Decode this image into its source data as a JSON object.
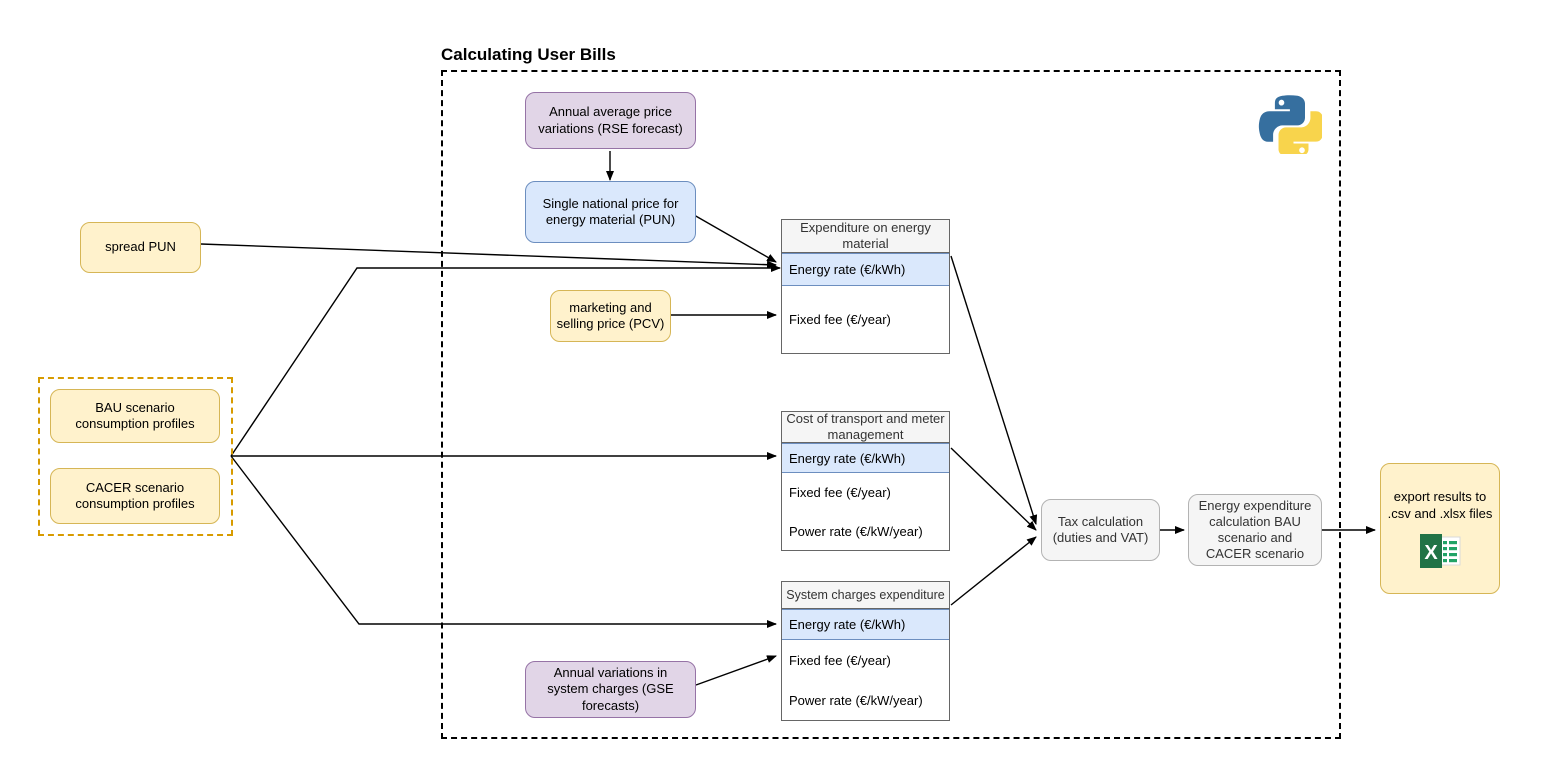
{
  "diagram": {
    "title": "Calculating User Bills",
    "container_label": "calculating-user-bills-group",
    "python_icon": "python-logo",
    "excel_icon": "excel-xlsx-icon"
  },
  "left_nodes": {
    "spread_pun": "spread PUN",
    "bau": "BAU scenario consumption profiles",
    "cacer": "CACER scenario consumption profiles"
  },
  "inputs": {
    "rse": "Annual average price variations (RSE forecast)",
    "pun": "Single national price for energy material (PUN)",
    "pcv": "marketing and selling price (PCV)",
    "gse": "Annual variations in system charges (GSE forecasts)"
  },
  "tables": [
    {
      "header": "Expenditure on energy material",
      "rows": [
        {
          "label": "Energy rate (€/kWh)",
          "highlight": true
        },
        {
          "label": "Fixed fee (€/year)",
          "highlight": false
        }
      ]
    },
    {
      "header": "Cost of transport and meter management",
      "rows": [
        {
          "label": "Energy rate (€/kWh)",
          "highlight": true
        },
        {
          "label": "Fixed fee (€/year)",
          "highlight": false
        },
        {
          "label": "Power rate (€/kW/year)",
          "highlight": false
        }
      ]
    },
    {
      "header": "System charges expenditure",
      "rows": [
        {
          "label": "Energy rate (€/kWh)",
          "highlight": true
        },
        {
          "label": "Fixed fee (€/year)",
          "highlight": false
        },
        {
          "label": "Power rate (€/kW/year)",
          "highlight": false
        }
      ]
    }
  ],
  "process": {
    "tax": "Tax calculation (duties and VAT)",
    "energy_calc": "Energy expenditure calculation BAU scenario and CACER scenario",
    "export": "export results to .csv and .xlsx files"
  },
  "colors": {
    "yellow_fill": "#fff2cc",
    "yellow_stroke": "#d6b656",
    "purple_fill": "#e1d5e7",
    "purple_stroke": "#9673a6",
    "blue_fill": "#dae8fc",
    "blue_stroke": "#6c8ebf",
    "grey_fill": "#f5f5f5",
    "grey_stroke": "#b3b3b3",
    "edge": "#000000",
    "excel_green": "#217346",
    "python_blue": "#366f9f",
    "python_yellow": "#f8d44c"
  }
}
